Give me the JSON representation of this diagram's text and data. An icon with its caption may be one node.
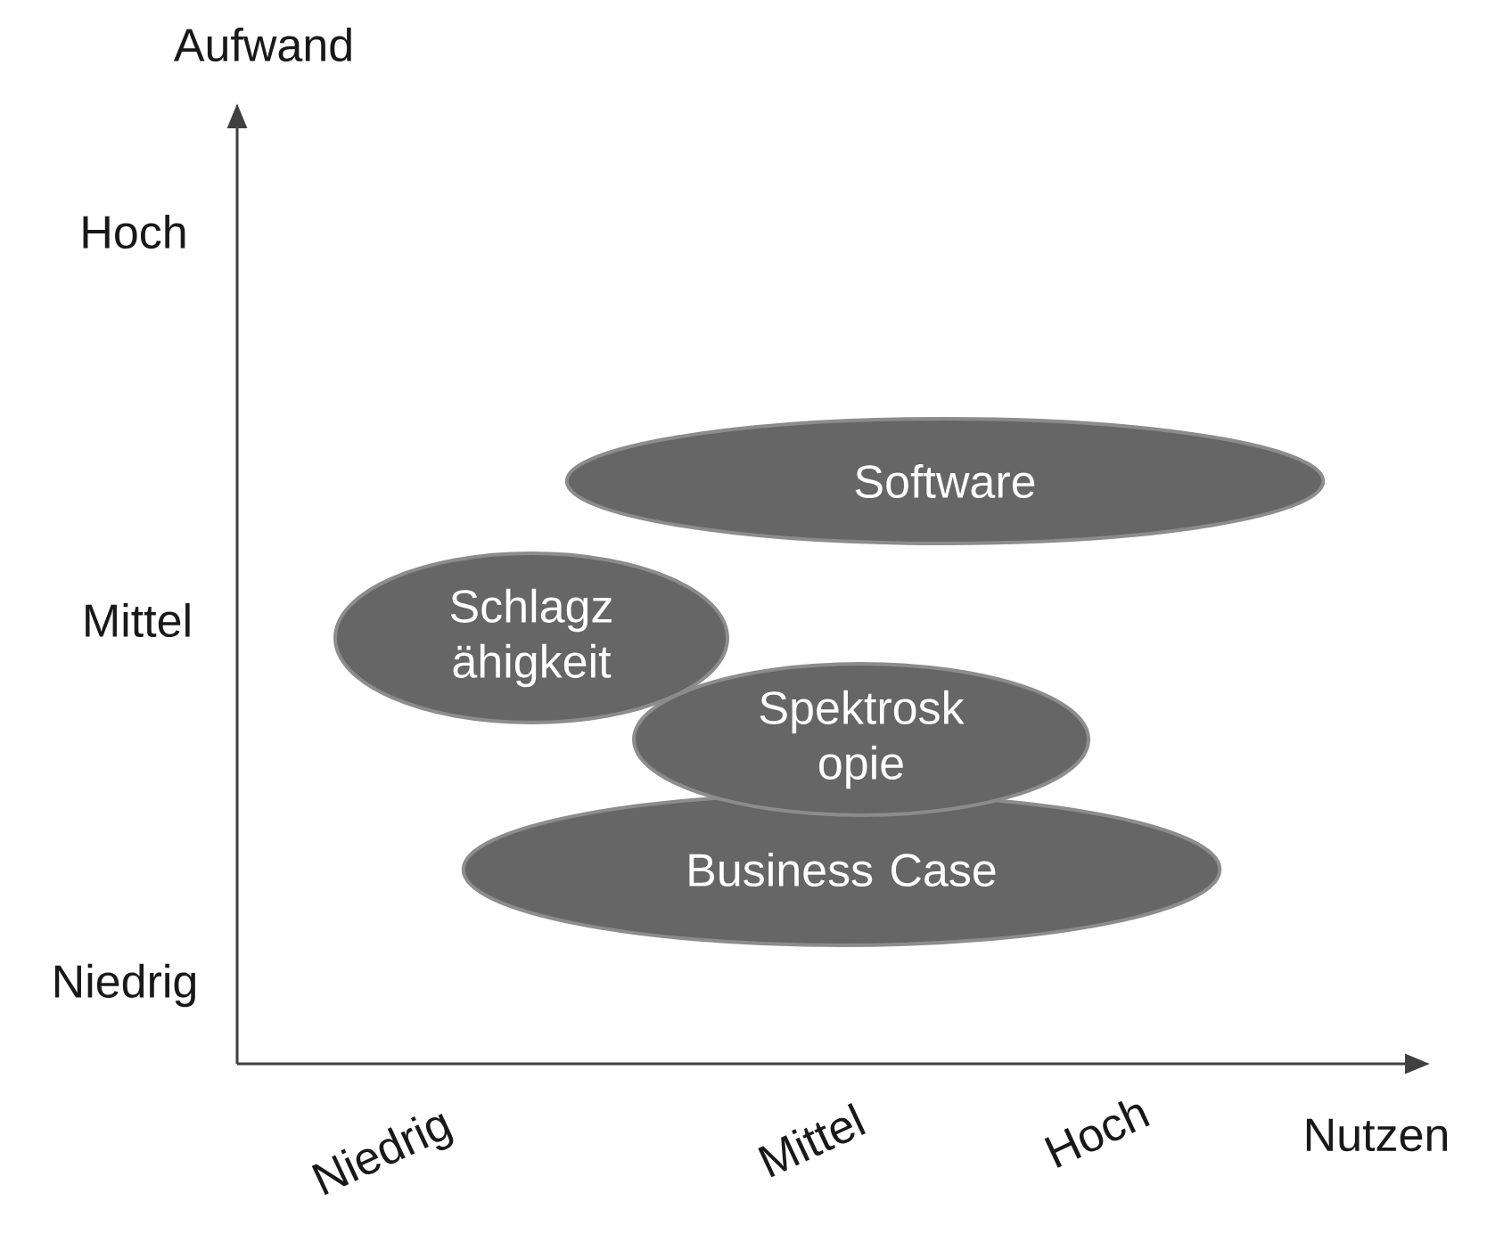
{
  "diagram": {
    "nodes": [
      {
        "text": [
          "Software"
        ]
      },
      {
        "text": [
          "Schlagz ähigkeit"
        ]
      },
      {
        "text": [
          "Spektrosk opie"
        ]
      },
      {
        "text": [
          "Business Case"
        ]
      }
    ],
    "labels": [
      "Aufwand",
      "Hoch",
      "Mittel",
      "Niedrig",
      "Niedrig",
      "Mittel",
      "Hoch",
      "Nutzen"
    ]
  }
}
